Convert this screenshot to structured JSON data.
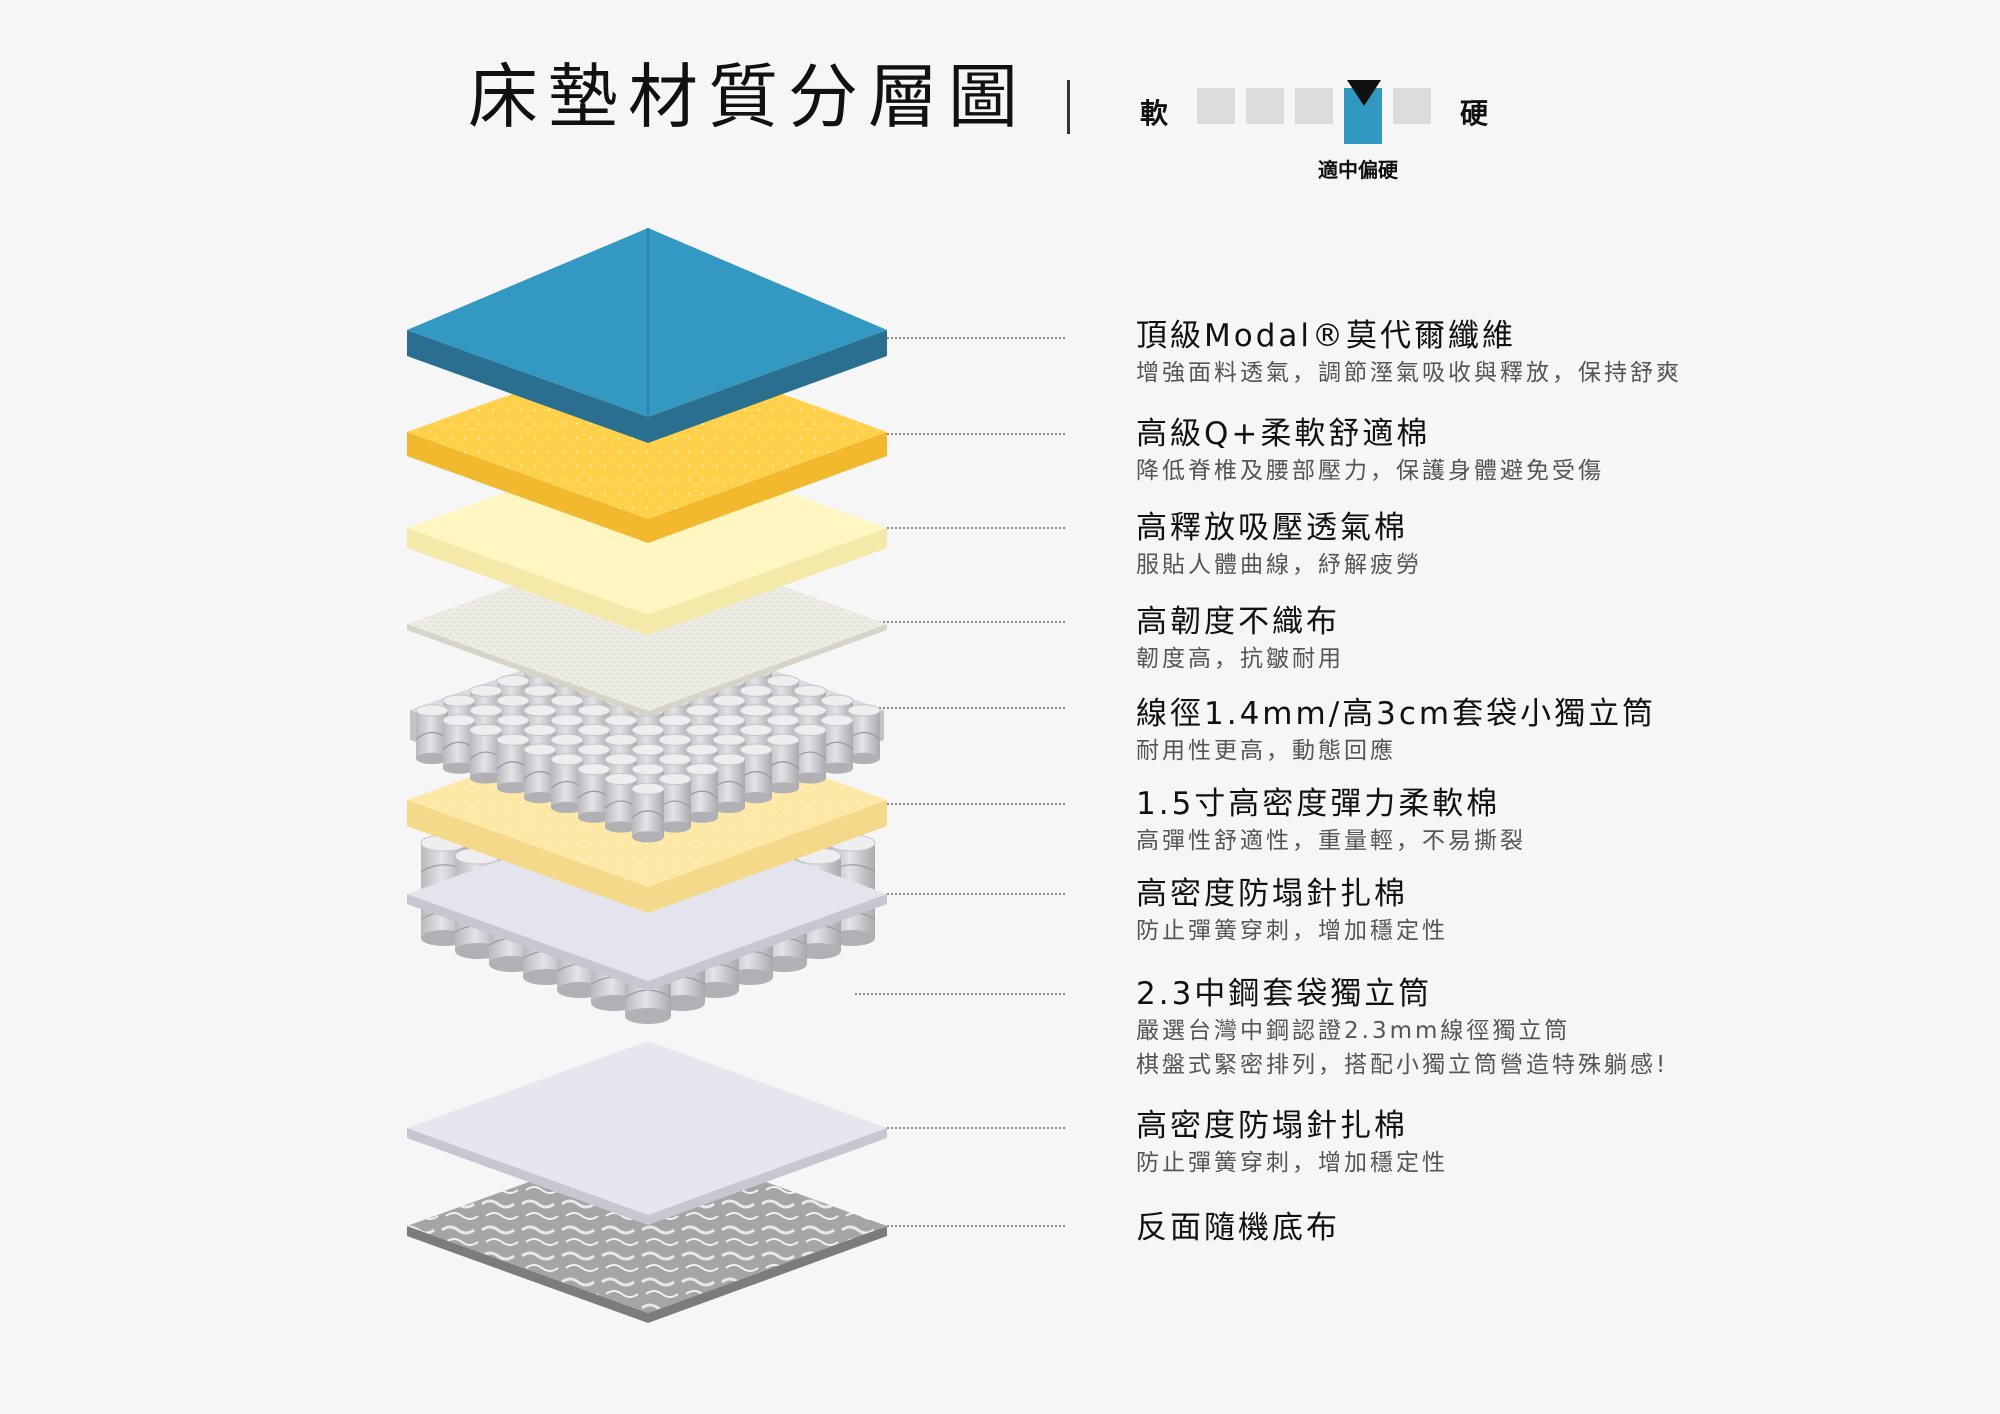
{
  "title": "床墊材質分層圖",
  "firmness": {
    "soft_label": "軟",
    "hard_label": "硬",
    "level": 4,
    "levels_total": 5,
    "caption": "適中偏硬",
    "active_color": "#3098c1",
    "inactive_color": "#dcdcdc"
  },
  "layers": [
    {
      "name": "頂級Modal®莫代爾纖維",
      "desc": [
        "增強面料透氣，調節溼氣吸收與釋放，保持舒爽"
      ]
    },
    {
      "name": "高級Q+柔軟舒適棉",
      "desc": [
        "降低脊椎及腰部壓力，保護身體避免受傷"
      ]
    },
    {
      "name": "高釋放吸壓透氣棉",
      "desc": [
        "服貼人體曲線，紓解疲勞"
      ]
    },
    {
      "name": "高韌度不織布",
      "desc": [
        "韌度高，抗皺耐用"
      ]
    },
    {
      "name": "線徑1.4mm/高3cm套袋小獨立筒",
      "desc": [
        "耐用性更高，動態回應"
      ]
    },
    {
      "name": "1.5寸高密度彈力柔軟棉",
      "desc": [
        "高彈性舒適性，重量輕，不易撕裂"
      ]
    },
    {
      "name": "高密度防塌針扎棉",
      "desc": [
        "防止彈簧穿刺，增加穩定性"
      ]
    },
    {
      "name": "2.3中鋼套袋獨立筒",
      "desc": [
        "嚴選台灣中鋼認證2.3mm線徑獨立筒",
        "棋盤式緊密排列，搭配小獨立筒營造特殊躺感!"
      ]
    },
    {
      "name": "高密度防塌針扎棉",
      "desc": [
        "防止彈簧穿刺，增加穩定性"
      ]
    },
    {
      "name": "反面隨機底布",
      "desc": []
    }
  ],
  "colors": {
    "modal_top": "#3399c2",
    "modal_side": "#2a6f8f",
    "q_foam": "#ffd04a",
    "release_foam": "#fff6c2",
    "nonwoven": "#ecece4",
    "coil": "#cfcfd3",
    "elastic_foam": "#fde8a6",
    "needle_felt": "#dcdce6",
    "bottom_cloth": "#9a9a9a"
  }
}
